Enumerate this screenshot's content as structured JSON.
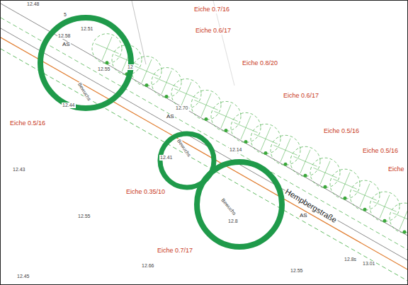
{
  "diagram": {
    "labels": [
      "12.48",
      "5",
      "12.58",
      "12.51",
      "AS",
      "12.55",
      "12",
      "Bewuchs",
      "12.44",
      "Eiche 0.7/16",
      "Eiche 0.6/17",
      "Eiche 0.8/20",
      "Eiche 0.6/17",
      "12.70",
      "AS",
      "Eiche 0.5/16",
      "Eiche 0.5/16",
      "Bewuchs",
      "12.14",
      "12.41",
      "Eiche 0.5/16",
      "Eiche",
      "12.43",
      "Eiche 0.35/10",
      "Hempbergstraße",
      "Bewuchs",
      "12.8",
      "AS",
      "12.55",
      "Eiche 0.7/17",
      "12.66",
      "12.8s",
      "13.01",
      "12.55",
      "12.45"
    ]
  }
}
